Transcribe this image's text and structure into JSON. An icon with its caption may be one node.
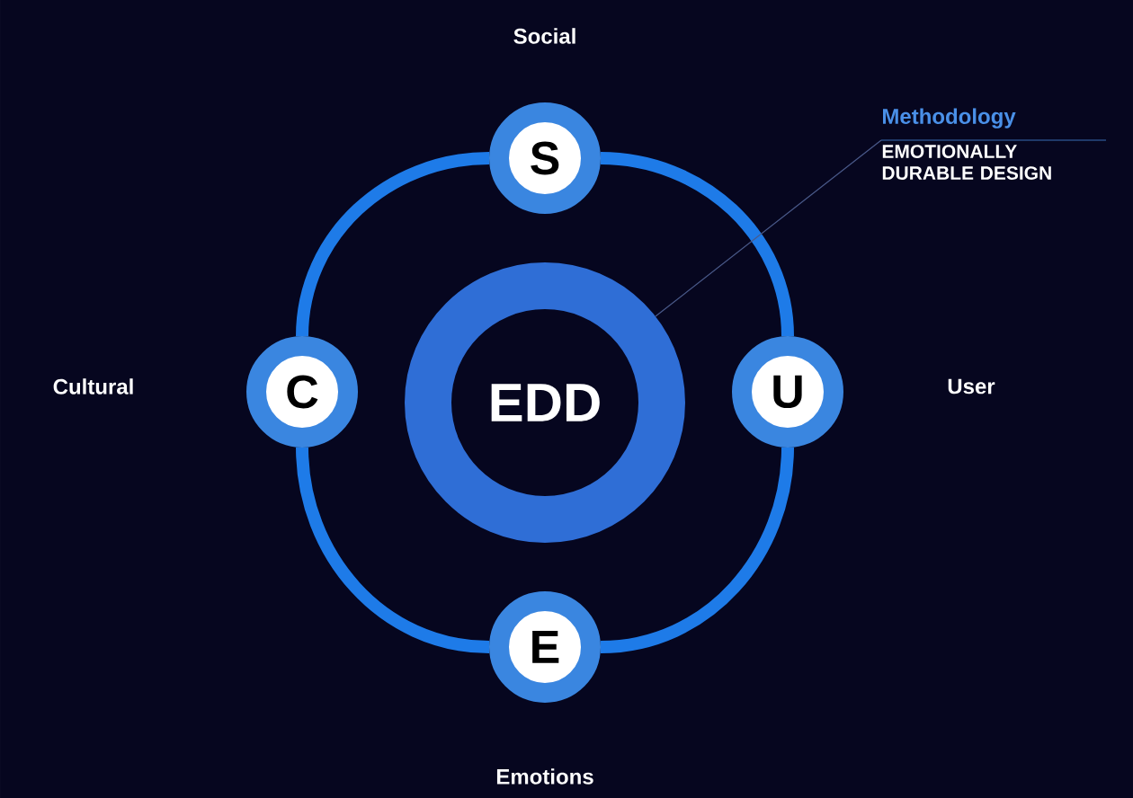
{
  "diagram": {
    "nodes": [
      {
        "text": [
          "EDD"
        ]
      },
      {
        "text": [
          "S"
        ]
      },
      {
        "text": [
          "C"
        ]
      },
      {
        "text": [
          "U"
        ]
      },
      {
        "text": [
          "E"
        ]
      },
      {
        "text": [
          "Methodology",
          "EMOTIONALLY DURABLE DESIGN"
        ]
      }
    ],
    "edges": [
      {
        "from": 1,
        "to": 3,
        "arrow": "none"
      },
      {
        "from": 3,
        "to": 4,
        "arrow": "none"
      },
      {
        "from": 4,
        "to": 2,
        "arrow": "none"
      },
      {
        "from": 2,
        "to": 1,
        "arrow": "none"
      },
      {
        "from": 5,
        "to": 0,
        "arrow": "none",
        "color": "#4a5a8a"
      }
    ],
    "labels": [
      "Social",
      "Cultural",
      "User",
      "Emotions"
    ]
  }
}
